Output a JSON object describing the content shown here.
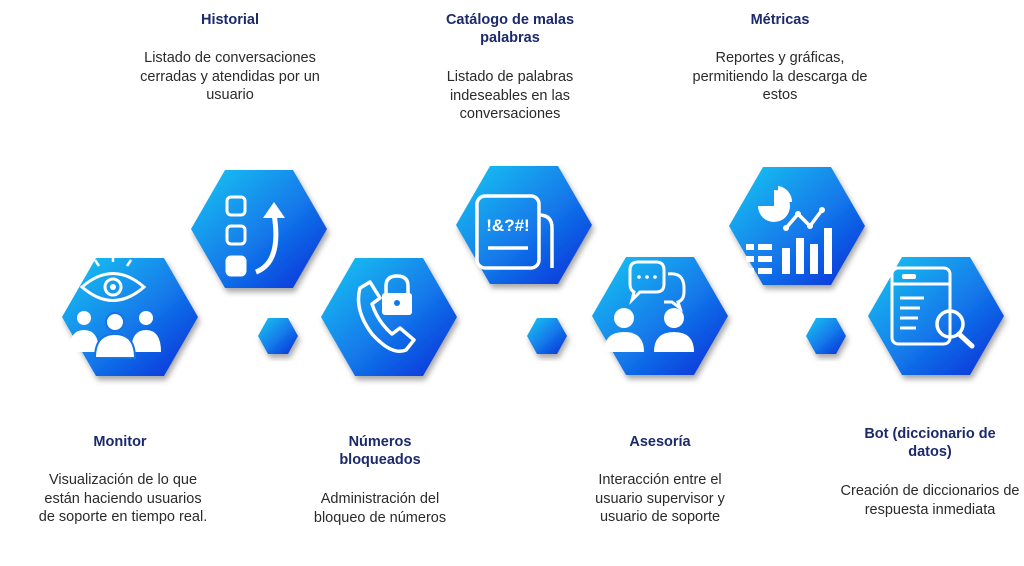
{
  "items": [
    {
      "key": "monitor",
      "title": "Monitor",
      "description": "Visualización de lo que están haciendo usuarios de soporte en tiempo real.",
      "icon": "eye-users-icon"
    },
    {
      "key": "historial",
      "title": "Historial",
      "description": "Listado de conversaciones cerradas y atendidas por un usuario",
      "icon": "history-list-icon"
    },
    {
      "key": "numeros",
      "title": "Números bloqueados",
      "description": "Administración del bloqueo de números",
      "icon": "phone-lock-icon"
    },
    {
      "key": "catalogo",
      "title": "Catálogo de malas palabras",
      "description": "Listado de palabras indeseables en las conversaciones",
      "icon": "profanity-sign-icon"
    },
    {
      "key": "asesoria",
      "title": "Asesoría",
      "description": "Interacción entre el usuario supervisor y usuario de soporte",
      "icon": "chat-users-icon"
    },
    {
      "key": "metricas",
      "title": "Métricas",
      "description": "Reportes y gráficas, permitiendo la descarga de estos",
      "icon": "charts-icon"
    },
    {
      "key": "bot",
      "title": "Bot (diccionario de datos)",
      "description": "Creación de diccionarios de respuesta inmediata",
      "icon": "dictionary-search-icon"
    }
  ],
  "colors": {
    "hex_light": "#19c8f2",
    "hex_dark": "#0c2bd8",
    "title": "#1b2a6b",
    "text": "#2a2a2a",
    "icon": "#ffffff"
  }
}
